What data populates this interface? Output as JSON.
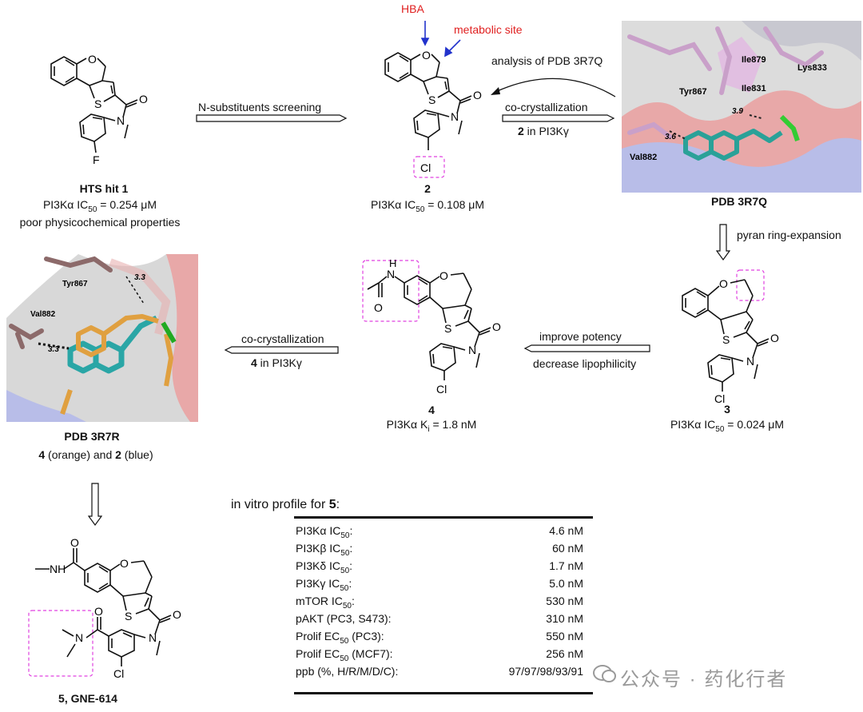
{
  "hit1": {
    "name": "HTS hit 1",
    "ic50_prefix": "PI3Kα IC",
    "ic50_sub": "50",
    "ic50_value": " = 0.254 μM",
    "note": "poor physicochemical properties"
  },
  "cmpd2": {
    "name": "2",
    "ic50_prefix": "PI3Kα IC",
    "ic50_sub": "50",
    "ic50_value": " = 0.108 μM",
    "hba": "HBA",
    "metabolic": "metabolic site",
    "cl": "Cl"
  },
  "cmpd3": {
    "name": "3",
    "ic50_prefix": "PI3Kα IC",
    "ic50_sub": "50",
    "ic50_value": " = 0.024 μM"
  },
  "cmpd4": {
    "name": "4",
    "ki_prefix": "PI3Kα K",
    "ki_sub": "i",
    "ki_value": " = 1.8 nM"
  },
  "cmpd5": {
    "name": "5, GNE-614"
  },
  "arrows": {
    "screening": "N-substituents screening",
    "analysis": "analysis of PDB 3R7Q",
    "cocrys1": "co-crystallization",
    "cocrys1_sub_b": "2",
    "cocrys1_sub_t": " in PI3Kγ",
    "ring": "pyran ring-expansion",
    "improve": "improve potency",
    "decrease": "decrease lipophilicity",
    "cocrys2": "co-crystallization",
    "cocrys2_sub_b": "4",
    "cocrys2_sub_t": " in PI3Kγ"
  },
  "pdb1": {
    "caption": "PDB 3R7Q",
    "res": [
      "Ile879",
      "Lys833",
      "Ile831",
      "Tyr867",
      "Val882"
    ],
    "d1": "3.9",
    "d2": "3.6"
  },
  "pdb2": {
    "caption": "PDB 3R7R",
    "legend_b1": "4",
    "legend_t1": " (orange) and ",
    "legend_b2": "2",
    "legend_t2": " (blue)",
    "res": [
      "Tyr867",
      "Val882"
    ],
    "d1": "3.3",
    "d2": "3.3"
  },
  "atoms": {
    "O": "O",
    "S": "S",
    "N": "N",
    "F": "F",
    "Cl": "Cl",
    "H": "H",
    "NH": "NH"
  },
  "profile": {
    "title": "in vitro profile  for  ",
    "title_b": "5",
    "title_end": ":",
    "rows": [
      {
        "k": "PI3Kα IC",
        "s": "50",
        "e": ":",
        "v": "4.6 nM"
      },
      {
        "k": "PI3Kβ IC",
        "s": "50",
        "e": ":",
        "v": "60 nM"
      },
      {
        "k": "PI3Kδ IC",
        "s": "50",
        "e": ":",
        "v": "1.7 nM"
      },
      {
        "k": "PI3Kγ IC",
        "s": "50",
        "e": ":",
        "v": "5.0 nM"
      },
      {
        "k": "mTOR IC",
        "s": "50",
        "e": ":",
        "v": "530 nM"
      },
      {
        "k": "pAKT (PC3, S473):",
        "s": "",
        "e": "",
        "v": "310 nM"
      },
      {
        "k": "Prolif EC",
        "s": "50",
        "e": " (PC3):",
        "v": "550 nM"
      },
      {
        "k": "Prolif EC",
        "s": "50",
        "e": " (MCF7):",
        "v": "256 nM"
      },
      {
        "k": "ppb (%, H/R/M/D/C):",
        "s": "",
        "e": "",
        "v": "97/97/98/93/91"
      }
    ]
  },
  "watermark": "公众号 · 药化行者"
}
